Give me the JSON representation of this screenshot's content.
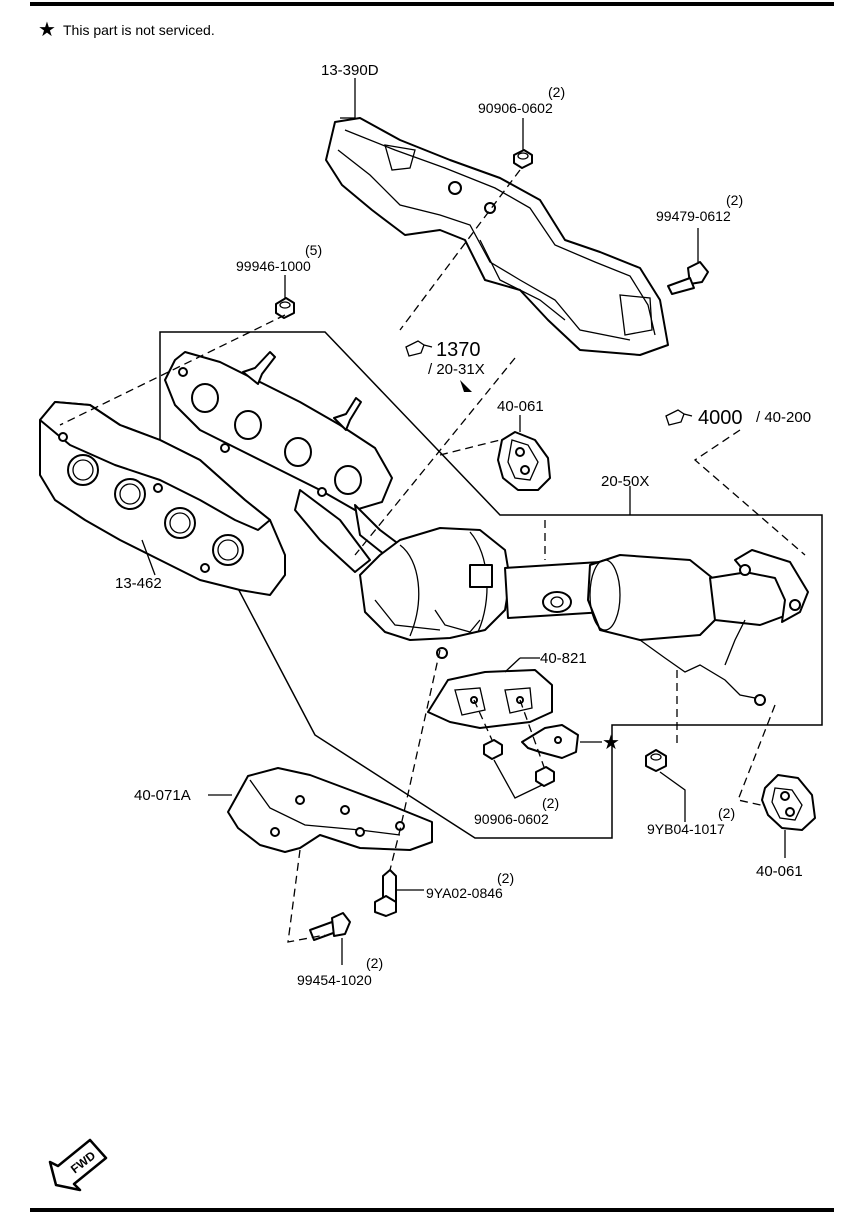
{
  "note": {
    "star": "★",
    "text": "This part is not serviced."
  },
  "parts": {
    "heat_insulator_upper": {
      "code": "13-390D"
    },
    "nut_top": {
      "qty": "(2)",
      "code": "90906-0602"
    },
    "bolt_top": {
      "qty": "(2)",
      "code": "99479-0612"
    },
    "nut_left": {
      "qty": "(5)",
      "code": "99946-1000"
    },
    "gasket": {
      "code": "13-462"
    },
    "ref_1370": {
      "main": "1370",
      "sub": "/ 20-31X"
    },
    "ref_4000": {
      "main": "4000",
      "sub": "/ 40-200"
    },
    "hanger_upper": {
      "code": "40-061"
    },
    "manifold_converter": {
      "code": "20-50X"
    },
    "insulator_lower": {
      "code": "40-821"
    },
    "nuts_lower": {
      "qty": "(2)",
      "code": "90906-0602"
    },
    "stay": {
      "code": "40-071A"
    },
    "bolt_stay_1": {
      "qty": "(2)",
      "code": "9YA02-0846"
    },
    "bolt_stay_2": {
      "qty": "(2)",
      "code": "99454-1020"
    },
    "nut_right": {
      "qty": "(2)",
      "code": "9YB04-1017"
    },
    "hanger_lower": {
      "code": "40-061"
    }
  },
  "fwd_label": "FWD"
}
